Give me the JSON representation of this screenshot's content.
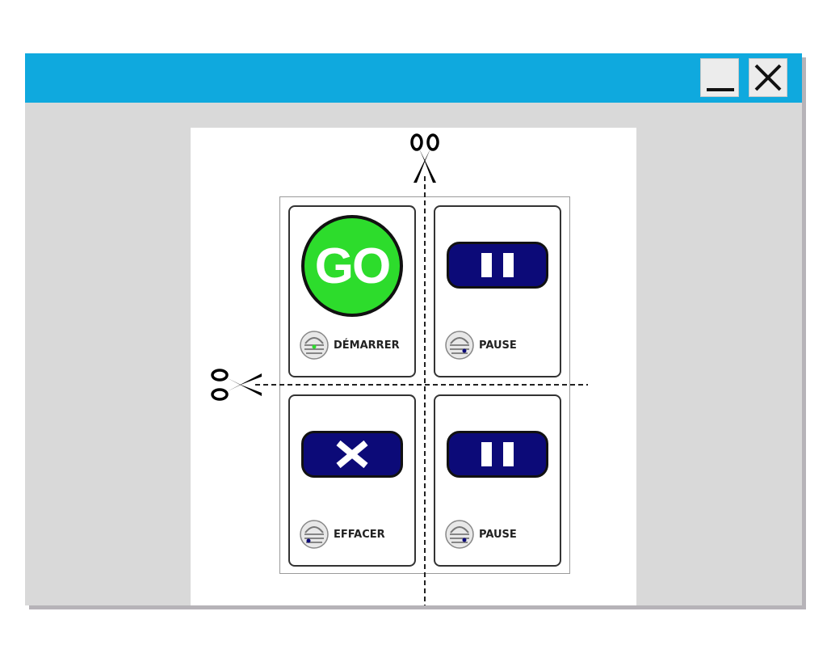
{
  "window": {
    "minimize_icon": "minimize-icon",
    "close_icon": "close-icon",
    "titlebar_color": "#0fa9de"
  },
  "sheet": {
    "cards": [
      {
        "button_text": "GO",
        "label": "DÉMARRER",
        "button_color": "#2ddc2c"
      },
      {
        "button_icon": "pause-icon",
        "label": "PAUSE",
        "button_color": "#0c0a78"
      },
      {
        "button_icon": "x-icon",
        "label": "EFFACER",
        "button_color": "#0c0a78"
      },
      {
        "button_icon": "pause-icon",
        "label": "PAUSE",
        "button_color": "#0c0a78"
      }
    ],
    "icons": [
      "scissors-icon",
      "robot-icon"
    ]
  }
}
